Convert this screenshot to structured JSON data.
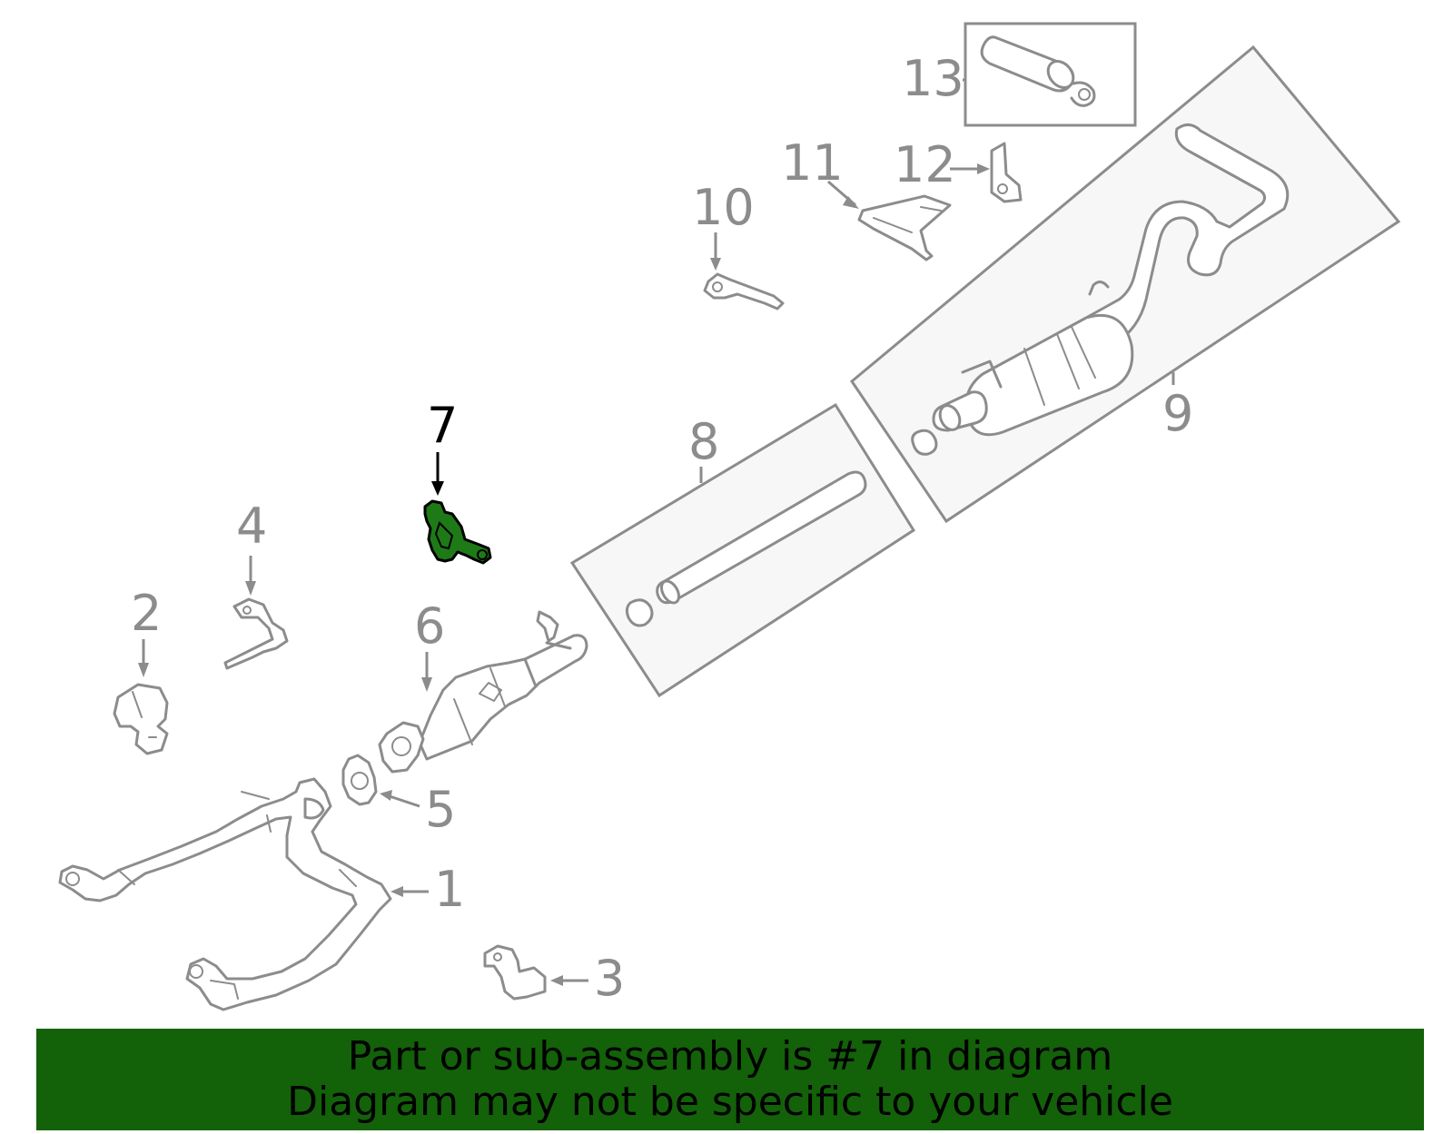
{
  "diagram": {
    "highlighted_part": "7",
    "highlight_color": "#1e7a16",
    "callouts": [
      {
        "id": "1",
        "label": "1"
      },
      {
        "id": "2",
        "label": "2"
      },
      {
        "id": "3",
        "label": "3"
      },
      {
        "id": "4",
        "label": "4"
      },
      {
        "id": "5",
        "label": "5"
      },
      {
        "id": "6",
        "label": "6"
      },
      {
        "id": "7",
        "label": "7"
      },
      {
        "id": "8",
        "label": "8"
      },
      {
        "id": "9",
        "label": "9"
      },
      {
        "id": "10",
        "label": "10"
      },
      {
        "id": "11",
        "label": "11"
      },
      {
        "id": "12",
        "label": "12"
      },
      {
        "id": "13",
        "label": "13"
      }
    ]
  },
  "banner": {
    "line1": "Part or sub-assembly is #7 in diagram",
    "line2": "Diagram may not be specific to your vehicle",
    "background": "#136109"
  }
}
